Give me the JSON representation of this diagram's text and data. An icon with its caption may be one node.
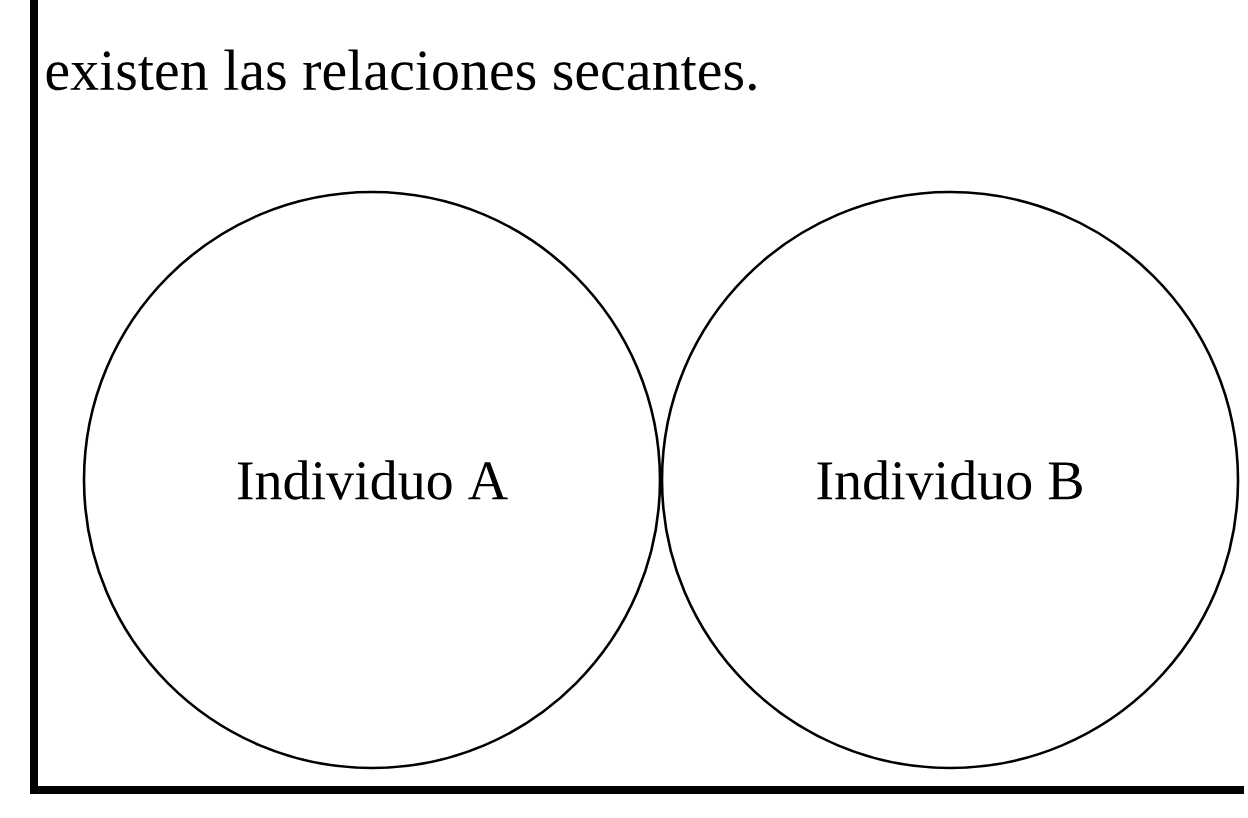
{
  "diagram": {
    "nodes": [
      {
        "text": [
          "Individuo A"
        ]
      },
      {
        "text": [
          "Individuo B"
        ]
      }
    ],
    "labels": [
      "existen las relaciones secantes."
    ]
  }
}
